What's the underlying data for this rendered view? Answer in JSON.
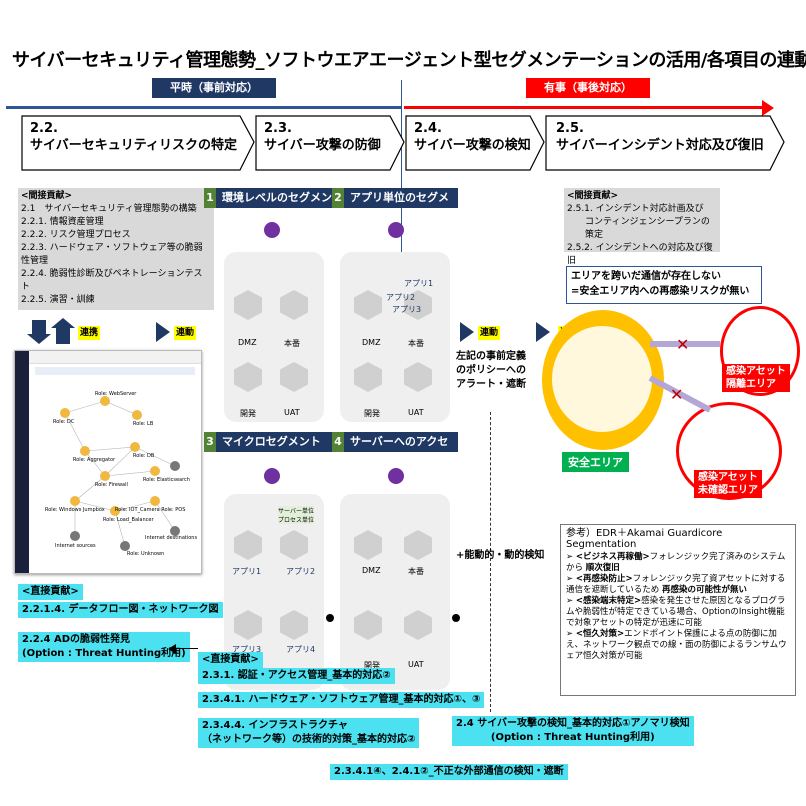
{
  "title": "サイバーセキュリティ管理態勢_ソフトウエアエージェント型セグメンテーションの活用/各項目の連動",
  "phases": {
    "normal": "平時（事前対応）",
    "emergency": "有事（事後対応）"
  },
  "steps": [
    {
      "num": "2.2.",
      "label": "サイバーセキュリティリスクの特定"
    },
    {
      "num": "2.3.",
      "label": "サイバー攻撃の防御"
    },
    {
      "num": "2.4.",
      "label": "サイバー攻撃の検知"
    },
    {
      "num": "2.5.",
      "label": "サイバーインシデント対応及び復旧"
    }
  ],
  "indirect_left": {
    "heading": "<間接貢献>",
    "items": [
      "2.1　サイバーセキュリティ管理態勢の構築",
      "2.2.1. 情報資産管理",
      "2.2.2. リスク管理プロセス",
      "2.2.3. ハードウェア・ソフトウェア等の脆弱性管理",
      "2.2.4. 脆弱性診断及びペネトレーションテスト",
      "2.2.5. 演習・訓練"
    ]
  },
  "indirect_right": {
    "heading": "<間接貢献>",
    "items": [
      "2.5.1. インシデント対応計画及び",
      "コンティンジェンシープランの策定",
      "2.5.2. インシデントへの対応及び復旧"
    ]
  },
  "labels": {
    "renkei": "連携",
    "rendo": "連動"
  },
  "segments": [
    {
      "num": "1",
      "label": "環境レベルのセグメント"
    },
    {
      "num": "2",
      "label": "アプリ単位のセグメント"
    },
    {
      "num": "3",
      "label": "マイクロセグメント"
    },
    {
      "num": "4",
      "label": "サーバーへのアクセス制御"
    }
  ],
  "env": {
    "dmz": "DMZ",
    "prod": "本番",
    "dev": "開発",
    "uat": "UAT"
  },
  "apps": {
    "a1": "アプリ1",
    "a2": "アプリ2",
    "a3": "アプリ3",
    "a4": "アプリ4",
    "server_unit": "サーバー単位\nプロセス単位"
  },
  "alert_text": "左記の事前定義\nのポリシーへの\nアラート・遮断",
  "detect_text": "+能動的・動的検知",
  "callout": "エリアを跨いだ通信が存在しない\n=安全エリア内への再感染リスクが無い",
  "infected_isolated": "感染アセット\n隔離エリア",
  "infected_unknown": "感染アセット\n未確認エリア",
  "safe_area": "安全エリア",
  "reference": {
    "heading": "参考）EDR＋Akamai Guardicore Segmentation",
    "items": [
      {
        "tag": "<ビジネス再稼働>",
        "text": "フォレンジック完了済みのシステムから",
        "bold": "順次復旧"
      },
      {
        "tag": "<再感染防止>",
        "text": "フォレンジック完了資アセットに対する通信を遮断しているため",
        "bold": "再感染の可能性が無い"
      },
      {
        "tag": "<感染端末特定>",
        "text": "感染を発生させた原因となるプログラムや脆弱性が特定できている場合、OptionのInsight機能で対象アセットの特定が迅速に可能",
        "bold": ""
      },
      {
        "tag": "<恒久対策>",
        "text": "エンドポイント保護による点の防御に加え、ネットワーク観点での線・面の防御によるランサムウェア恒久対策が可能",
        "bold": ""
      }
    ]
  },
  "direct_left": {
    "heading": "<直接貢献>",
    "items": [
      "2.2.1.4. データフロー図・ネットワーク図",
      "2.2.4 ADの脆弱性発見\n(Option : Threat Hunting利用)"
    ]
  },
  "direct_mid": {
    "heading": "<直接貢献>",
    "items": [
      "2.3.1. 認証・アクセス管理_基本的対応②",
      "2.3.4.1. ハードウェア・ソフトウェア管理_基本的対応①、③",
      "2.3.4.4. インフラストラクチャ\n（ネットワーク等）の技術的対策_基本的対応②"
    ]
  },
  "direct_detect": "2.4 サイバー攻撃の検知_基本的対応①アノマリ検知\n(Option : Threat Hunting利用)",
  "bottom_item": "2.3.4.1④、2.4.1②_不正な外部通信の検知・遮断",
  "screenshot_nodes": [
    "Role: DC",
    "Role: WebServer",
    "Role: LB",
    "Role: Aggregator",
    "Role: DB",
    "Role: Firewall",
    "Role: Elasticsearch",
    "Role: Load_Balancer",
    "Role: Windows Jumpbox",
    "Role: IOT_Camera Role: POS",
    "Role: Unknown",
    "Internet destinations",
    "Internet sources"
  ],
  "colors": {
    "normal": "#1f3864",
    "emergency": "#ff0000",
    "cyan": "#4be1f0",
    "segnum": "#548235"
  }
}
